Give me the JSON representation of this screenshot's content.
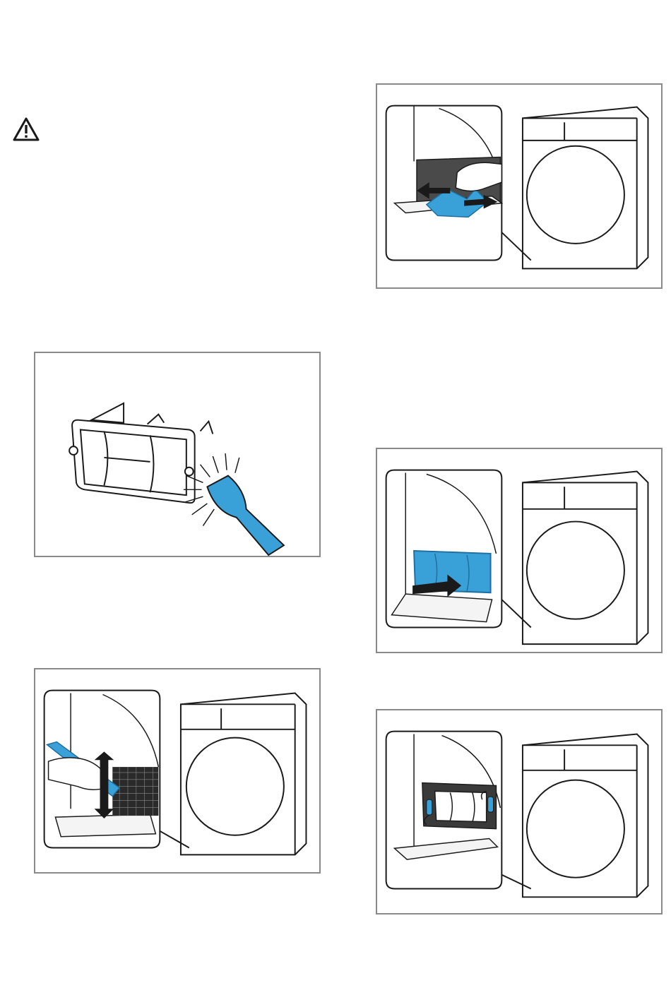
{
  "colors": {
    "accent_blue": "#3aa0d8",
    "accent_blue_dark": "#1f6fa0",
    "frame_gray": "#8a8a8a",
    "line_black": "#1a1a1a"
  },
  "icons": {
    "warning": "warning-triangle-icon"
  },
  "figures": [
    {
      "id": "fig-remove-lint-door",
      "icon": "hand-pull-filter-illustration"
    },
    {
      "id": "fig-clean-filter-brush",
      "icon": "brush-filter-illustration"
    },
    {
      "id": "fig-insert-heat-exchanger",
      "icon": "insert-filter-illustration"
    },
    {
      "id": "fig-vacuum-heat-exchanger",
      "icon": "vacuum-filter-illustration"
    },
    {
      "id": "fig-lock-levers",
      "icon": "lever-lock-illustration"
    }
  ]
}
